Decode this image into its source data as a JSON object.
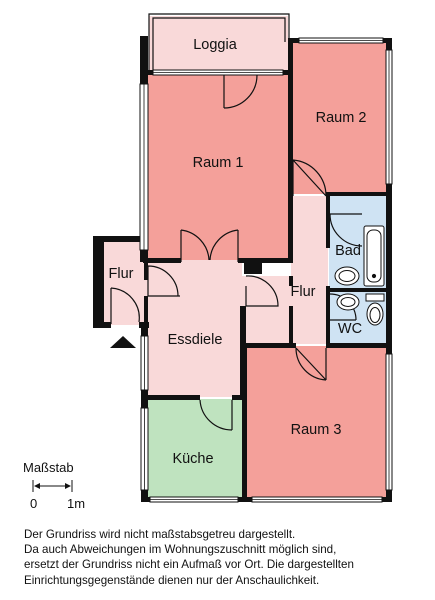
{
  "colors": {
    "wall": "#111111",
    "wohnraum": "#f4a09a",
    "nebenraum": "#f9d9d9",
    "kueche": "#bfe3bf",
    "sanitaer": "#cfe3f3",
    "fixture_fill": "#ffffff"
  },
  "rooms": {
    "loggia": "Loggia",
    "raum1": "Raum 1",
    "raum2": "Raum 2",
    "raum3": "Raum 3",
    "flur_left": "Flur",
    "flur_right": "Flur",
    "essdiele": "Essdiele",
    "kueche": "Küche",
    "bad": "Bad",
    "wc": "WC"
  },
  "scale": {
    "title": "Maßstab",
    "start": "0",
    "end": "1m"
  },
  "disclaimer": [
    "Der Grundriss wird nicht maßstabsgetreu dargestellt.",
    "Da auch Abweichungen im Wohnungszuschnitt möglich sind,",
    "ersetzt der Grundriss nicht ein Aufmaß vor Ort. Die dargestellten",
    "Einrichtungsgegenstände dienen nur der Anschaulichkeit."
  ],
  "entrance_icon": "entrance-arrow-icon"
}
